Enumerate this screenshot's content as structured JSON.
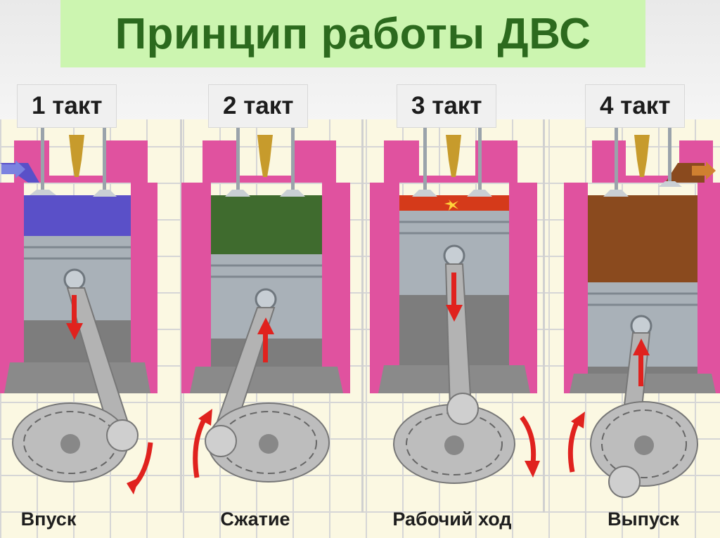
{
  "title": "Принцип работы  ДВС",
  "stages": [
    {
      "stroke": "1 такт",
      "name": "Впуск",
      "chamber_color": "#5a50c8",
      "piston_dir": "down"
    },
    {
      "stroke": "2 такт",
      "name": "Сжатие",
      "chamber_color": "#3f6b2e",
      "piston_dir": "up"
    },
    {
      "stroke": "3 такт",
      "name": "Рабочий ход",
      "chamber_color": "#d53a1a",
      "piston_dir": "down"
    },
    {
      "stroke": "4 такт",
      "name": "Выпуск",
      "chamber_color": "#8a4a1e",
      "piston_dir": "up"
    }
  ],
  "colors": {
    "title_bg": "#ccf5b0",
    "title_text": "#2c6a1e",
    "cylinder_wall": "#e0529f",
    "piston": "#a9b1b8",
    "arrow": "#e0221e",
    "spark_plug": "#c79b2c"
  }
}
